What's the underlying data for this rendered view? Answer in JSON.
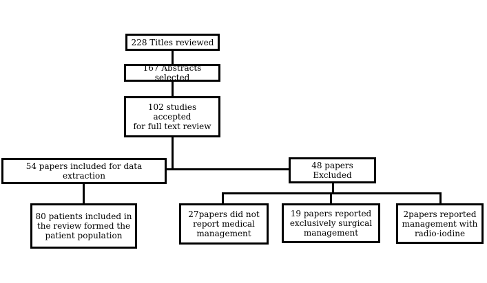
{
  "flowchart": {
    "nodes": {
      "titles_reviewed": "228 Titles reviewed",
      "abstracts_selected": "167 Abstracts selected",
      "full_text_review": "102 studies accepted\nfor full text review",
      "included_for_extraction": "54 papers included for data extraction",
      "patient_population": "80 patients included in\nthe review formed the\npatient population",
      "papers_excluded": "48 papers Excluded",
      "no_medical_management": "27papers did not\nreport medical\nmanagement",
      "surgical_management": "19 papers reported\nexclusively surgical\nmanagement",
      "radio_iodine": "2papers reported\nmanagement with\nradio-iodine"
    }
  }
}
